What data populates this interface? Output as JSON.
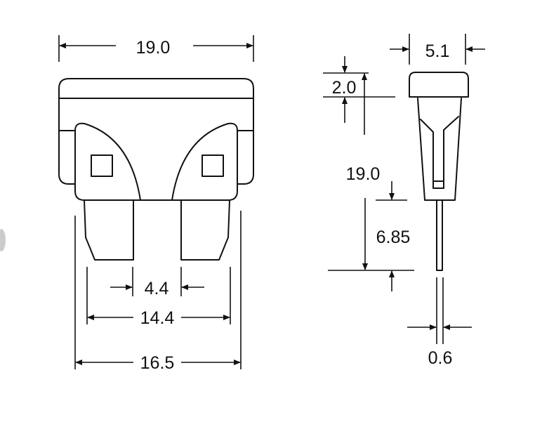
{
  "front_view": {
    "overall_width": "19.0",
    "blade_gap": "4.4",
    "blade_outer_span": "14.4",
    "body_width": "16.5"
  },
  "side_view": {
    "thickness": "5.1",
    "cap_height": "2.0",
    "total_height": "19.0",
    "blade_exposed_length": "6.85",
    "blade_thickness": "0.6"
  },
  "colors": {
    "line": "#111111",
    "background": "#ffffff"
  }
}
